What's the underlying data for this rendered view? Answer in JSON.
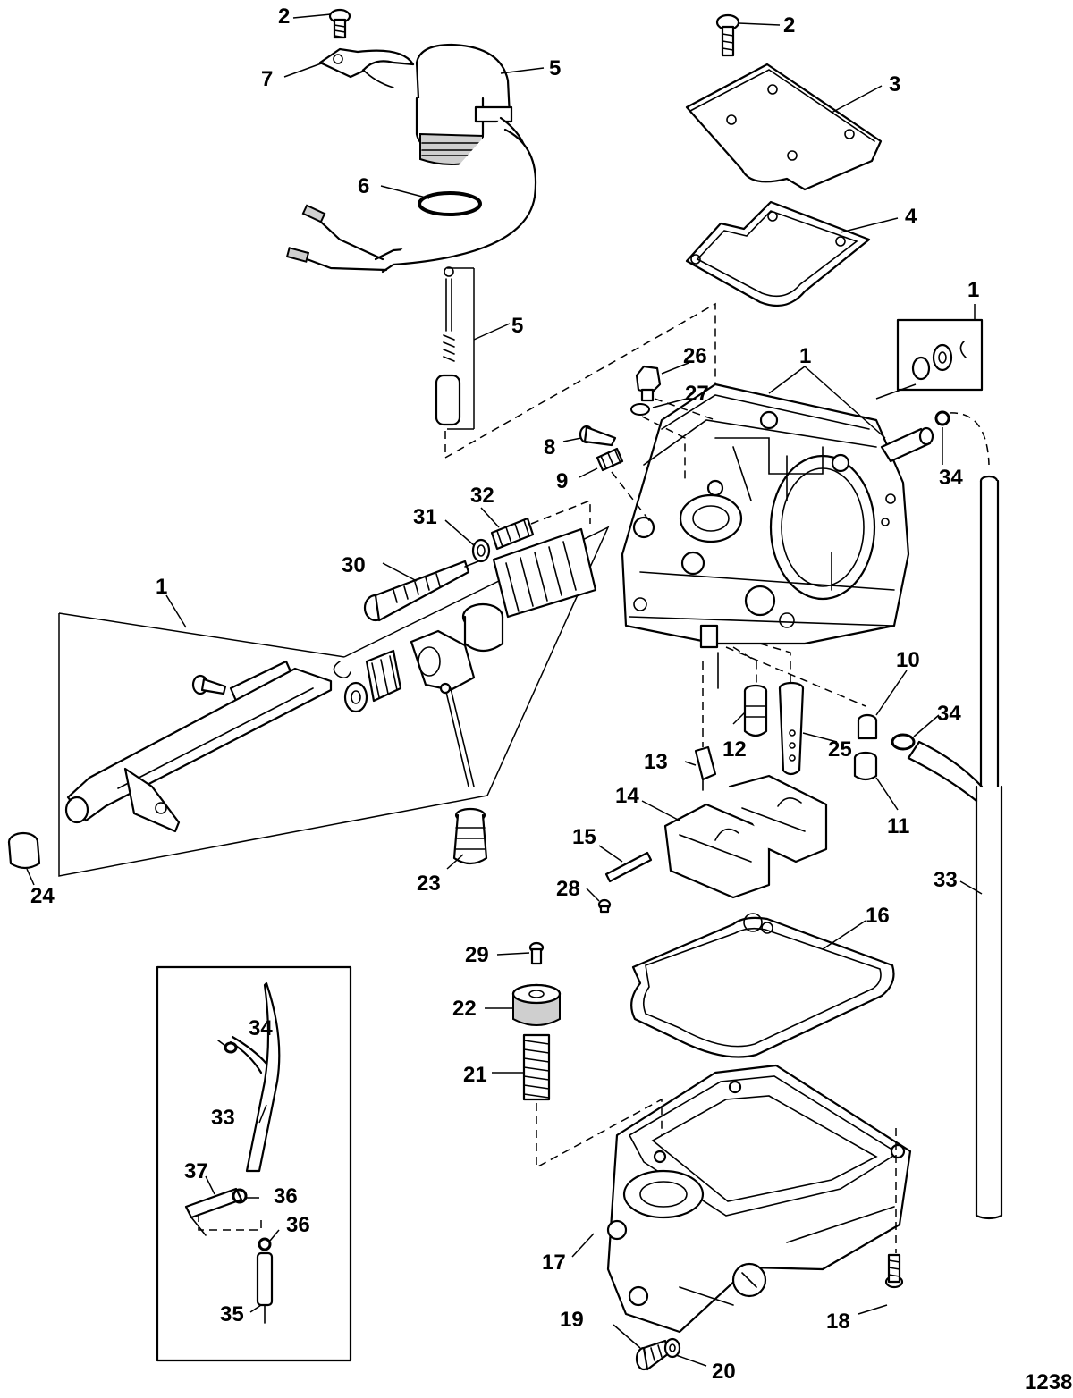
{
  "figure_number": "1238",
  "callouts": {
    "c2a": "2",
    "c2b": "2",
    "c3": "3",
    "c4": "4",
    "c5a": "5",
    "c5b": "5",
    "c6": "6",
    "c7": "7",
    "c1a": "1",
    "c1b": "1",
    "c1c": "1",
    "c26": "26",
    "c27": "27",
    "c8": "8",
    "c9": "9",
    "c32": "32",
    "c31": "31",
    "c30": "30",
    "c34a": "34",
    "c34b": "34",
    "c34c": "34",
    "c10": "10",
    "c11": "11",
    "c12": "12",
    "c13": "13",
    "c25": "25",
    "c14": "14",
    "c15": "15",
    "c23": "23",
    "c24": "24",
    "c28": "28",
    "c33a": "33",
    "c33b": "33",
    "c16": "16",
    "c29": "29",
    "c22": "22",
    "c21": "21",
    "c17": "17",
    "c18": "18",
    "c19": "19",
    "c20": "20",
    "c37": "37",
    "c36a": "36",
    "c36b": "36",
    "c35": "35"
  }
}
